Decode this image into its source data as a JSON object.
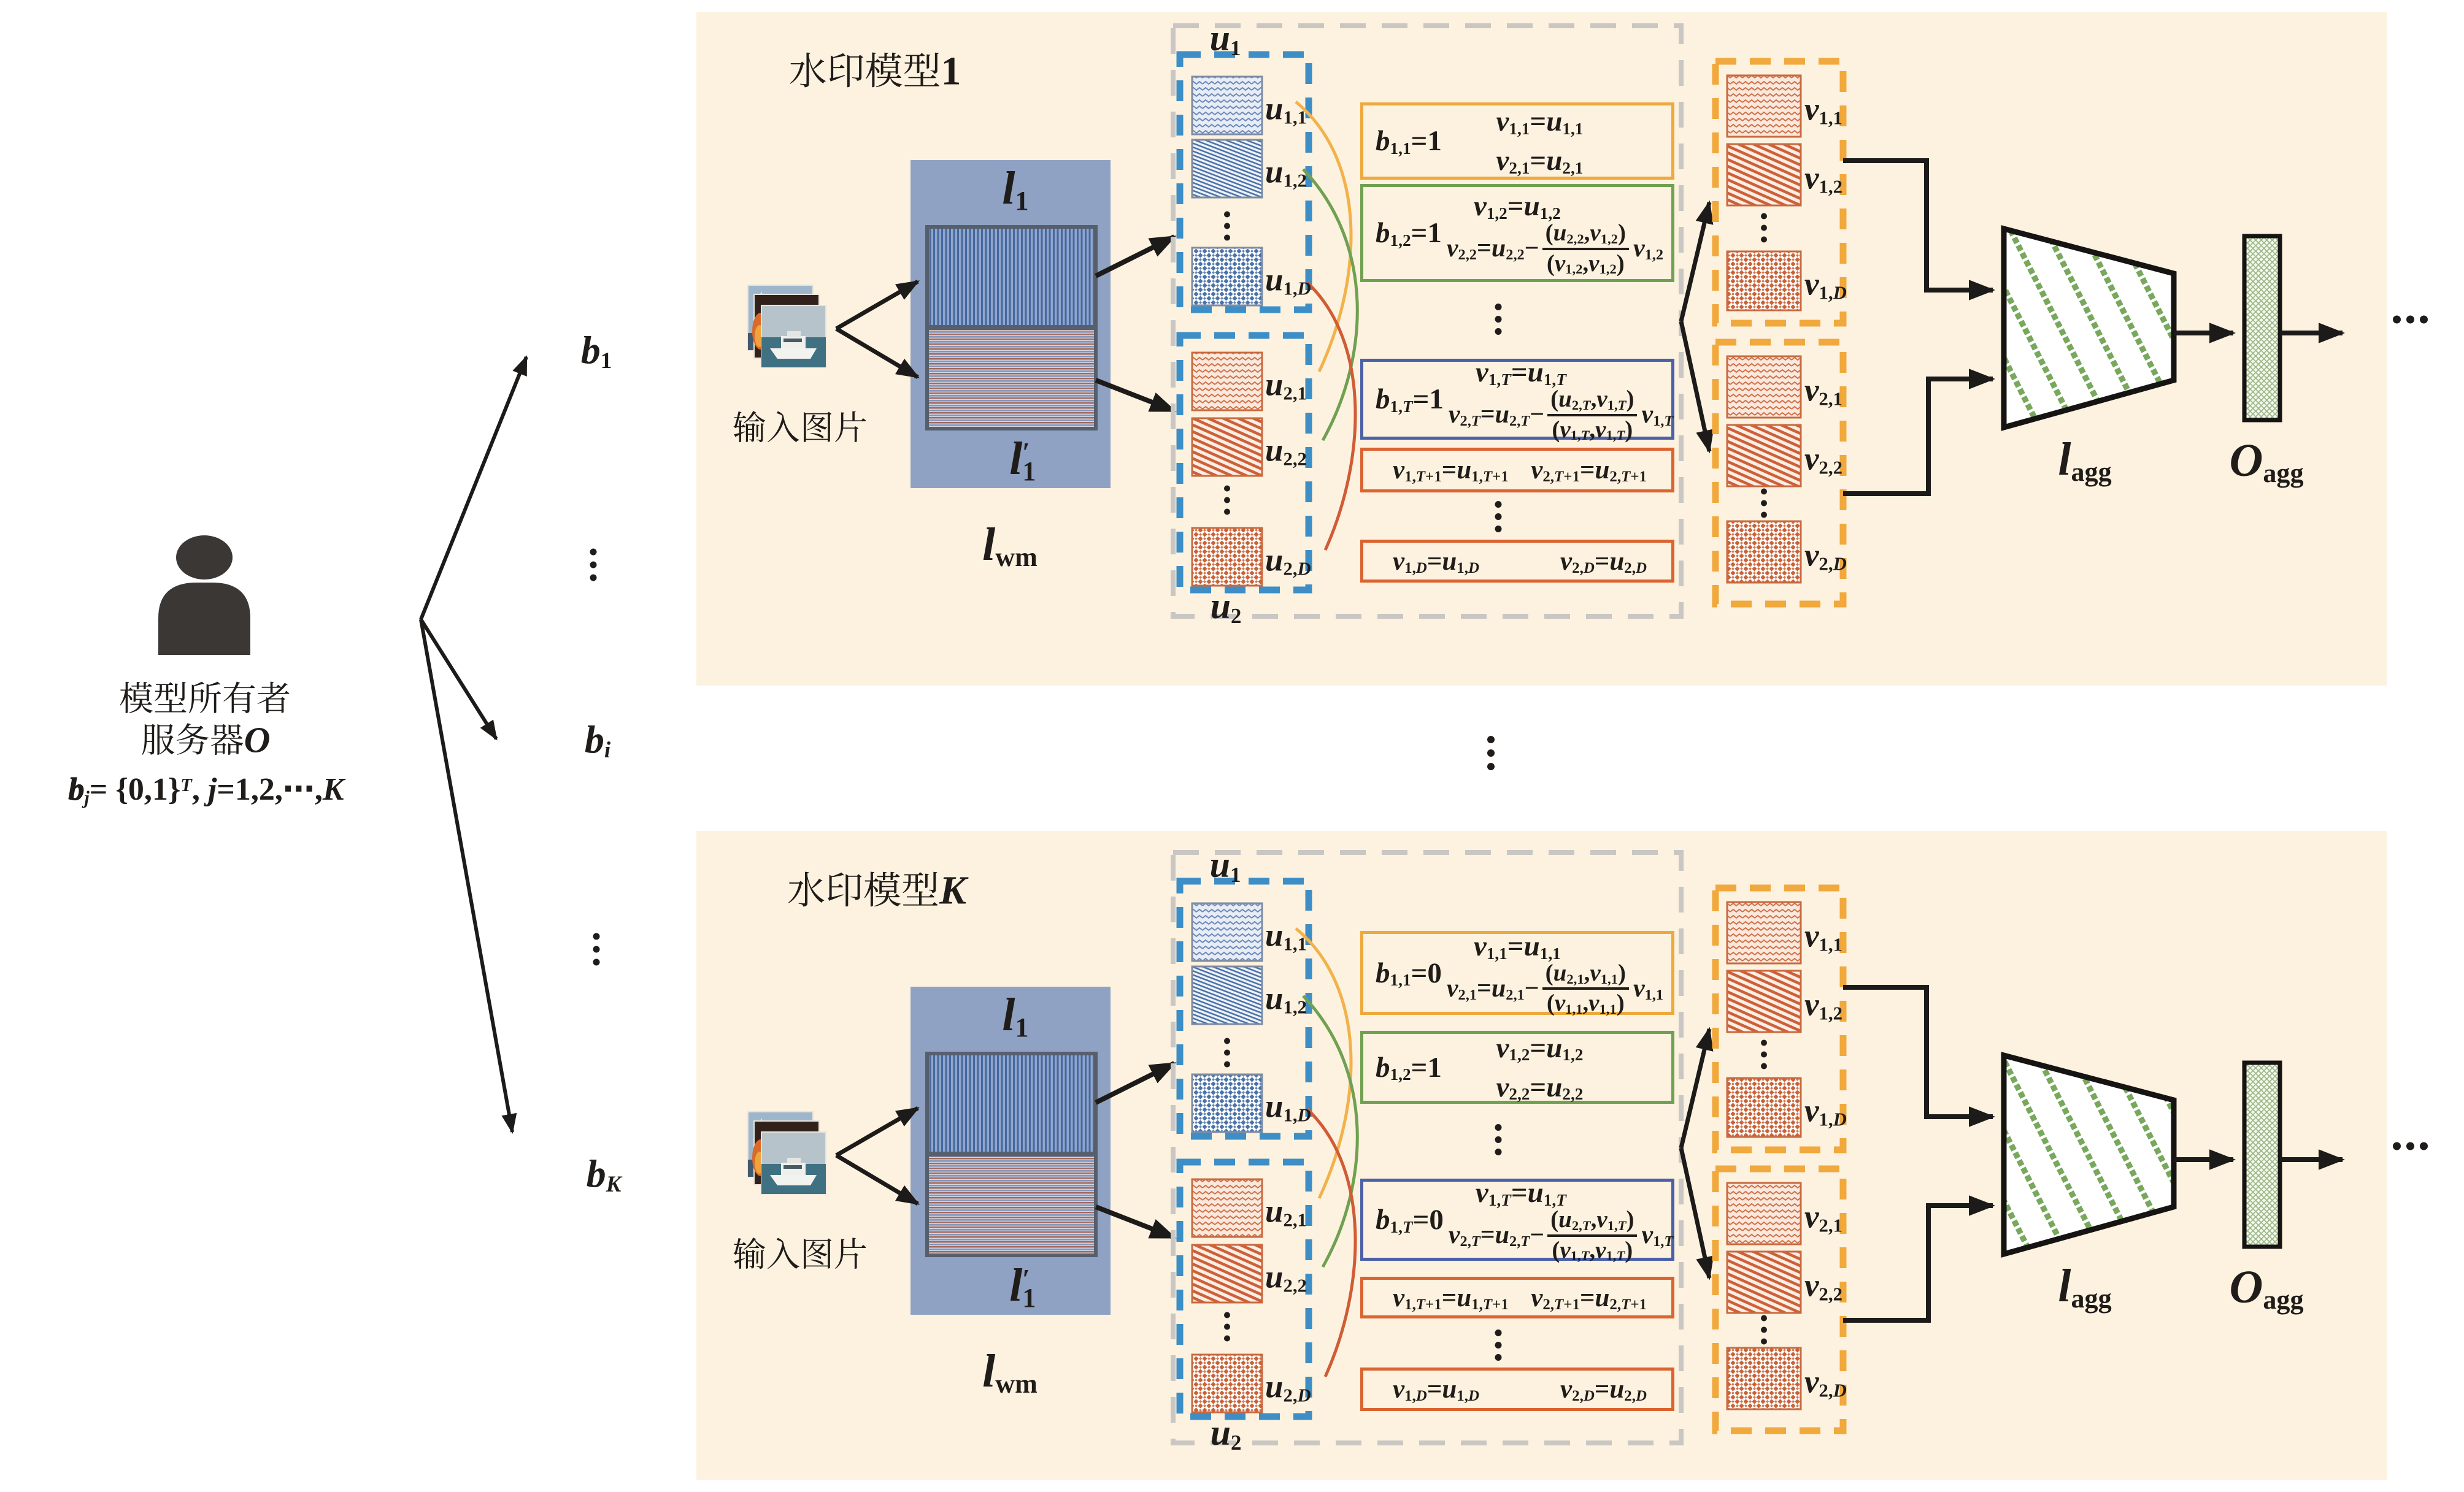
{
  "left": {
    "owner_line1": "模型所有者",
    "owner_line2": "服务器O",
    "bit_formula": "!{b}_{j}= {0,1}^{T}, j=1,2,⋯,K",
    "branch_labels": [
      "b_{1}",
      "b_{i}",
      "b_{K}"
    ],
    "branch_dots": [
      "⋮",
      "⋮"
    ]
  },
  "between_panels_dots": "⋮",
  "panels": [
    {
      "title": "水印模型1",
      "input_label": "输入图片",
      "layer_top_label": "l_{1}",
      "layer_bottom_label": "l_{1}^{′}",
      "layer_block_label": "l_{~{wm}}",
      "u_group_labels": [
        "u_{1}",
        "u_{2}"
      ],
      "u_item_labels": [
        "u_{1,1}",
        "u_{1,2}",
        "u_{1,D}",
        "u_{2,1}",
        "u_{2,2}",
        "u_{2,D}"
      ],
      "u_item_patterns": [
        "wave-blue",
        "stripes-blue",
        "diamonds-blue",
        "wave-orange",
        "stripes-orange",
        "diamonds-orange"
      ],
      "column_dots": "⋮",
      "formulas": [
        {
          "type": "two-line",
          "color": "#eda93d",
          "cond": "b_{1,1}=1",
          "line1": "v_{1,1}=u_{1,1}",
          "line2": "v_{2,1}=u_{2,1}"
        },
        {
          "type": "fraction",
          "color": "#70a051",
          "cond": "b_{1,2}=1",
          "line1": "v_{1,2}=u_{1,2}",
          "line2_pre": "v_{2,2}=u_{2,2}−",
          "frac_num": "(u_{2,2},v_{1,2})",
          "frac_den": "(v_{1,2},v_{1,2})",
          "line2_post": "v_{1,2}"
        },
        {
          "type": "dots",
          "text": "⋮"
        },
        {
          "type": "fraction",
          "color": "#4c60a8",
          "cond": "b_{1,T}=1",
          "line1": "v_{1,T}=u_{1,T}",
          "line2_pre": "v_{2,T}=u_{2,T}−",
          "frac_num": "(u_{2,T},v_{1,T})",
          "frac_den": "(v_{1,T},v_{1,T})",
          "line2_post": "v_{1,T}"
        },
        {
          "type": "pair",
          "color": "#da6330",
          "eq1": "v_{1,T+1}=u_{1,T+1}",
          "eq2": "v_{2,T+1}=u_{2,T+1}"
        },
        {
          "type": "dots",
          "text": "⋮"
        },
        {
          "type": "pair",
          "color": "#da6330",
          "eq1": "v_{1,D}=u_{1,D}",
          "eq2": "v_{2,D}=u_{2,D}"
        }
      ],
      "v_item_labels": [
        "v_{1,1}",
        "v_{1,2}",
        "v_{1,D}",
        "v_{2,1}",
        "v_{2,2}",
        "v_{2,D}"
      ],
      "v_item_patterns": [
        "wave-orange",
        "stripes-orange",
        "diamonds-orange",
        "wave-orange",
        "stripes-orange",
        "diamonds-orange"
      ],
      "aggregation_label": "l_{~{agg}}",
      "output_label": "O_{~{agg}}",
      "continuation_dots": "⋯"
    },
    {
      "title": "水印模型K",
      "input_label": "输入图片",
      "layer_top_label": "l_{1}",
      "layer_bottom_label": "l_{1}^{′}",
      "layer_block_label": "l_{~{wm}}",
      "u_group_labels": [
        "u_{1}",
        "u_{2}"
      ],
      "u_item_labels": [
        "u_{1,1}",
        "u_{1,2}",
        "u_{1,D}",
        "u_{2,1}",
        "u_{2,2}",
        "u_{2,D}"
      ],
      "u_item_patterns": [
        "wave-blue",
        "stripes-blue",
        "diamonds-blue",
        "wave-orange",
        "stripes-orange",
        "diamonds-orange"
      ],
      "column_dots": "⋮",
      "formulas": [
        {
          "type": "fraction",
          "color": "#eda93d",
          "cond": "b_{1,1}=0",
          "line1": "v_{1,1}=u_{1,1}",
          "line2_pre": "v_{2,1}=u_{2,1}−",
          "frac_num": "(u_{2,1},v_{1,1})",
          "frac_den": "(v_{1,1},v_{1,1})",
          "line2_post": "v_{1,1}"
        },
        {
          "type": "two-line",
          "color": "#70a051",
          "cond": "b_{1,2}=1",
          "line1": "v_{1,2}=u_{1,2}",
          "line2": "v_{2,2}=u_{2,2}"
        },
        {
          "type": "dots",
          "text": "⋮"
        },
        {
          "type": "fraction",
          "color": "#4c60a8",
          "cond": "b_{1,T}=0",
          "line1": "v_{1,T}=u_{1,T}",
          "line2_pre": "v_{2,T}=u_{2,T}−",
          "frac_num": "(u_{2,T},v_{1,T})",
          "frac_den": "(v_{1,T},v_{1,T})",
          "line2_post": "v_{1,T}"
        },
        {
          "type": "pair",
          "color": "#da6330",
          "eq1": "v_{1,T+1}=u_{1,T+1}",
          "eq2": "v_{2,T+1}=u_{2,T+1}"
        },
        {
          "type": "dots",
          "text": "⋮"
        },
        {
          "type": "pair",
          "color": "#da6330",
          "eq1": "v_{1,D}=u_{1,D}",
          "eq2": "v_{2,D}=u_{2,D}"
        }
      ],
      "v_item_labels": [
        "v_{1,1}",
        "v_{1,2}",
        "v_{1,D}",
        "v_{2,1}",
        "v_{2,2}",
        "v_{2,D}"
      ],
      "v_item_patterns": [
        "wave-orange",
        "stripes-orange",
        "diamonds-orange",
        "wave-orange",
        "stripes-orange",
        "diamonds-orange"
      ],
      "aggregation_label": "l_{~{agg}}",
      "output_label": "O_{~{agg}}",
      "continuation_dots": "⋯"
    }
  ],
  "colors": {
    "panel_background": "#fcf2df",
    "block_blue": "#8fa2c3",
    "dashed_blue": "#3d8ec6",
    "dashed_gray": "#c9c6c3",
    "dashed_orange": "#f1a83d",
    "box_yellow": "#eda93d",
    "box_green": "#70a051",
    "box_blue": "#4c60a8",
    "box_orange": "#da6330",
    "curve_yellow": "#f2b24b",
    "curve_green": "#70a051",
    "curve_red": "#d05c36",
    "pattern_blue": "#4a72a8",
    "pattern_orange": "#cd6038",
    "trapezoid_dots_green": "#77a85c",
    "aggregate_hatch_green": "#9cb886",
    "arrow_color": "#1d1b1a",
    "text_color": "#1f1c1a"
  }
}
